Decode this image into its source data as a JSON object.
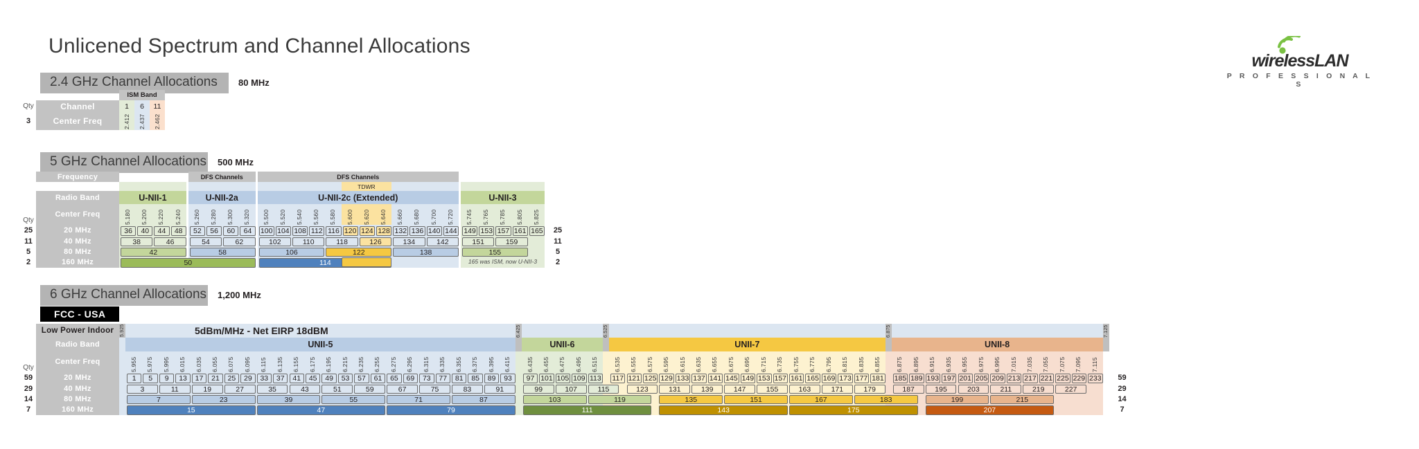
{
  "title": "Unlicened Spectrum and Channel Allocations",
  "logo": {
    "word": "wirelessLAN",
    "sub": "P R O F E S S I O N A L S",
    "icon": "wifi-icon",
    "accent": "#7ac143"
  },
  "sections": {
    "b24": {
      "heading": "2.4 GHz Channel Allocations",
      "bandwidth": "80 MHz",
      "band_label": "ISM Band",
      "rows": {
        "channel": "Channel",
        "center": "Center Freq"
      },
      "qty_header": "Qty",
      "qty_channel": "3",
      "channels": [
        "1",
        "6",
        "11"
      ],
      "freqs": [
        "2.412",
        "2.437",
        "2.462"
      ],
      "colors": [
        "#e3ecd8",
        "#dce6f1",
        "#fbe0cd"
      ]
    },
    "b5": {
      "heading": "5 GHz Channel Allocations",
      "bandwidth": "500 MHz",
      "rows": {
        "frequency": "Frequency",
        "radio_band": "Radio Band",
        "center": "Center Freq",
        "w20": "20 MHz",
        "w40": "40 MHz",
        "w80": "80 MHz",
        "w160": "160 MHz"
      },
      "qty_header": "Qty",
      "qty_left": [
        "25",
        "11",
        "5",
        "2"
      ],
      "qty_right": [
        "25",
        "11",
        "5",
        "2"
      ],
      "dfs_labels": [
        "DFS Channels",
        "DFS Channels"
      ],
      "tdwr_label": "TDWR",
      "footnote": "165 was ISM, now U-NII-3",
      "bands": [
        {
          "name": "U-NII-1",
          "freqs": [
            "5.180",
            "5.200",
            "5.220",
            "5.240"
          ]
        },
        {
          "name": "U-NII-2a",
          "freqs": [
            "5.260",
            "5.280",
            "5.300",
            "5.320"
          ]
        },
        {
          "name": "U-NII-2c (Extended)",
          "freqs": [
            "5.500",
            "5.520",
            "5.540",
            "5.560",
            "5.580",
            "5.600",
            "5.620",
            "5.640",
            "5.660",
            "5.680",
            "5.700",
            "5.720"
          ]
        },
        {
          "name": "U-NII-3",
          "freqs": [
            "5.745",
            "5.765",
            "5.785",
            "5.805",
            "5.825"
          ]
        }
      ],
      "ch20": [
        "36",
        "40",
        "44",
        "48",
        "52",
        "56",
        "60",
        "64",
        "100",
        "104",
        "108",
        "112",
        "116",
        "120",
        "124",
        "128",
        "132",
        "136",
        "140",
        "144",
        "149",
        "153",
        "157",
        "161",
        "165"
      ],
      "ch40": [
        "38",
        "46",
        "54",
        "62",
        "102",
        "110",
        "118",
        "126",
        "134",
        "142",
        "151",
        "159"
      ],
      "ch80": [
        "42",
        "58",
        "106",
        "122",
        "138",
        "155"
      ],
      "ch160": [
        "50",
        "114"
      ]
    },
    "b6": {
      "heading": "6 GHz Channel Allocations",
      "bandwidth": "1,200 MHz",
      "regulator": "FCC - USA",
      "power_label": "Low Power Indoor",
      "power_rule": "5dBm/MHz - Net EIRP 18dBM",
      "rows": {
        "radio_band": "Radio Band",
        "center": "Center Freq",
        "w20": "20 MHz",
        "w40": "40 MHz",
        "w80": "80 MHz",
        "w160": "160 MHz"
      },
      "qty_header": "Qty",
      "qty_left": [
        "59",
        "29",
        "14",
        "7"
      ],
      "qty_right": [
        "59",
        "29",
        "14",
        "7"
      ],
      "edge_freqs": [
        "5.925",
        "6.425",
        "6.525",
        "6.875",
        "7.125"
      ],
      "bands": [
        {
          "name": "UNII-5",
          "color": "#dce6f1"
        },
        {
          "name": "UNII-6",
          "color": "#e3ecd8"
        },
        {
          "name": "UNII-7",
          "color": "#fdf2d0"
        },
        {
          "name": "UNII-8",
          "color": "#f7ded0"
        }
      ],
      "freqs": [
        "5.955",
        "5.975",
        "5.995",
        "6.015",
        "6.035",
        "6.055",
        "6.075",
        "6.095",
        "6.115",
        "6.135",
        "6.155",
        "6.175",
        "6.195",
        "6.215",
        "6.235",
        "6.255",
        "6.275",
        "6.295",
        "6.315",
        "6.335",
        "6.355",
        "6.375",
        "6.395",
        "6.415",
        "6.435",
        "6.455",
        "6.475",
        "6.495",
        "6.515",
        "6.535",
        "6.555",
        "6.575",
        "6.595",
        "6.615",
        "6.635",
        "6.655",
        "6.675",
        "6.695",
        "6.715",
        "6.735",
        "6.755",
        "6.775",
        "6.795",
        "6.815",
        "6.835",
        "6.855",
        "6.875",
        "6.895",
        "6.915",
        "6.935",
        "6.955",
        "6.975",
        "6.995",
        "7.015",
        "7.035",
        "7.055",
        "7.075",
        "7.095",
        "7.115"
      ],
      "ch20": [
        "1",
        "5",
        "9",
        "13",
        "17",
        "21",
        "25",
        "29",
        "33",
        "37",
        "41",
        "45",
        "49",
        "53",
        "57",
        "61",
        "65",
        "69",
        "73",
        "77",
        "81",
        "85",
        "89",
        "93",
        "97",
        "101",
        "105",
        "109",
        "113",
        "117",
        "121",
        "125",
        "129",
        "133",
        "137",
        "141",
        "145",
        "149",
        "153",
        "157",
        "161",
        "165",
        "169",
        "173",
        "177",
        "181",
        "185",
        "189",
        "193",
        "197",
        "201",
        "205",
        "209",
        "213",
        "217",
        "221",
        "225",
        "229",
        "233"
      ],
      "ch40": [
        "3",
        "11",
        "19",
        "27",
        "35",
        "43",
        "51",
        "59",
        "67",
        "75",
        "83",
        "91",
        "99",
        "107",
        "115",
        "123",
        "131",
        "139",
        "147",
        "155",
        "163",
        "171",
        "179",
        "187",
        "195",
        "203",
        "211",
        "219",
        "227"
      ],
      "ch80": [
        "7",
        "23",
        "39",
        "55",
        "71",
        "87",
        "103",
        "119",
        "135",
        "151",
        "167",
        "183",
        "199",
        "215"
      ],
      "ch160": [
        "15",
        "47",
        "79",
        "111",
        "143",
        "175",
        "207"
      ]
    }
  }
}
